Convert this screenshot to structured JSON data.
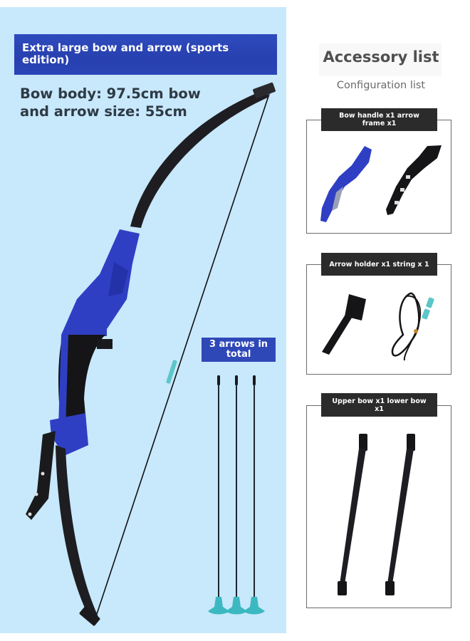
{
  "product": {
    "title": "Extra large bow and arrow (sports edition)",
    "size_info": "Bow body: 97.5cm bow and arrow size: 55cm",
    "arrows_badge": "3 arrows in total",
    "arrow_count": 3
  },
  "accessories": {
    "title": "Accessory list",
    "subtitle": "Configuration list",
    "cards": [
      {
        "label": "Bow handle x1 arrow frame x1",
        "items": [
          "bow-handle",
          "arrow-frame"
        ]
      },
      {
        "label": "Arrow holder x1 string x 1",
        "items": [
          "arrow-holder",
          "bow-string"
        ]
      },
      {
        "label": "Upper bow x1 lower bow x1",
        "items": [
          "upper-limb",
          "lower-limb"
        ]
      }
    ]
  },
  "colors": {
    "panel_bg": "#c8e8fc",
    "banner_blue": "#2e48b8",
    "handle_blue": "#2f3fc4",
    "limb_black": "#1e1e22",
    "suction_teal": "#3cb8c0",
    "tab_dark": "#2b2b2b",
    "border_gray": "#6b6b6b"
  }
}
